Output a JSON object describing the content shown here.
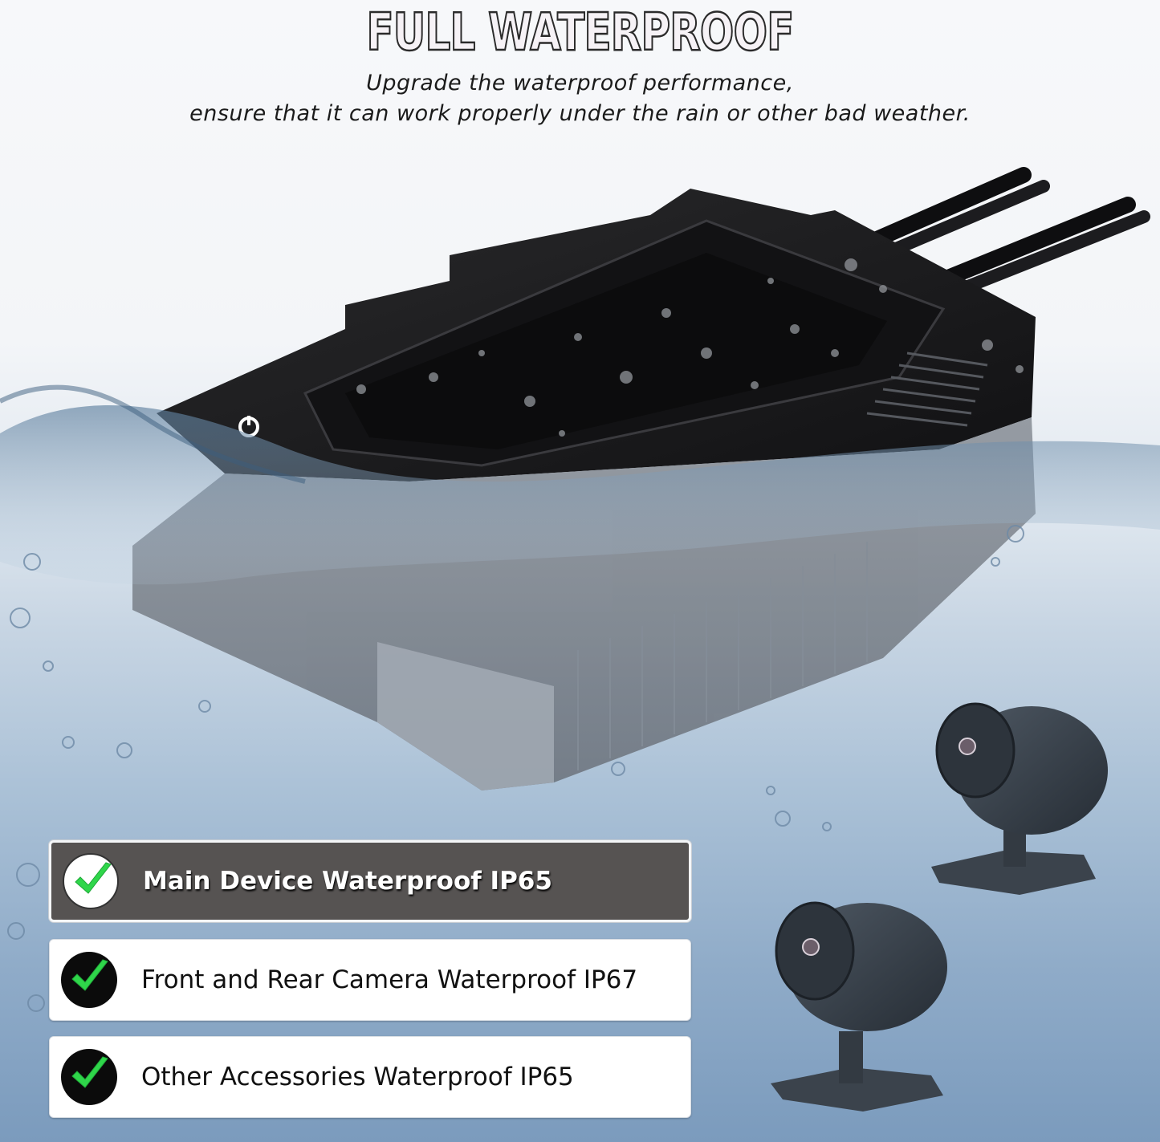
{
  "header": {
    "title": "FULL WATERPROOF",
    "subtitle_line1": "Upgrade the waterproof performance,",
    "subtitle_line2": "ensure that it can work properly under the rain or other bad weather."
  },
  "product": {
    "main_device": "dashcam-main-unit",
    "cameras": [
      "front-camera",
      "rear-camera"
    ],
    "power_icon": "power-icon"
  },
  "features": [
    {
      "label": "Main Device Waterproof IP65",
      "icon": "check-icon",
      "style": "highlighted"
    },
    {
      "label": "Front and Rear Camera Waterproof IP67",
      "icon": "check-icon",
      "style": "plain"
    },
    {
      "label": "Other Accessories Waterproof IP65",
      "icon": "check-icon",
      "style": "plain"
    }
  ],
  "colors": {
    "check_green": "#2fd64a",
    "highlight_badge_bg": "#565352",
    "water_blue": "#7b9bbd"
  }
}
